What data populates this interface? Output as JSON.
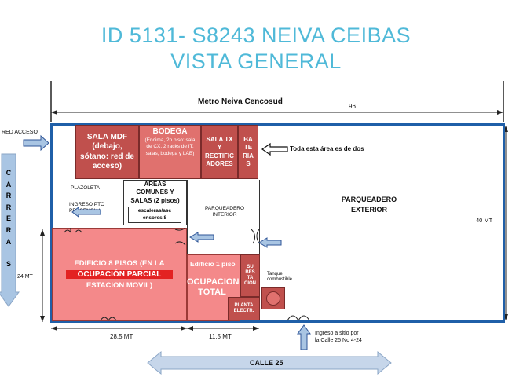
{
  "title_line1": "ID 5131- S8243 NEIVA CEIBAS",
  "title_line2": "VISTA GENERAL",
  "top_label": "Metro Neiva Cencosud",
  "top_dimension": "96",
  "right_dimension": "40 MT",
  "left_dimension": "24 MT",
  "bottom_dim_left": "28,5 MT",
  "bottom_dim_right": "11,5 MT",
  "red_acceso": "RED ACCESO",
  "carrera": [
    "C",
    "A",
    "R",
    "R",
    "E",
    "R",
    "A",
    "S"
  ],
  "calle": "CALLE 25",
  "ingreso_calle": "Ingreso a sitio por\nla Calle 25 No 4-24",
  "rooms": {
    "sala_mdf": "SALA MDF\n(debajo,\nsótano: red de\nacceso)",
    "bodega_title": "BODEGA",
    "bodega_detail": "(Encima, 2o piso: sala de CX, 2 racks de IT, salas, bodega y LAB)",
    "sala_tx": "SALA TX\nY\nRECTIFIC\nADORES",
    "baterias": "BA\nTE\nRIA\nS",
    "toda_area": "Toda esta área es de dos",
    "plazoleta": "PLAZOLETA",
    "areas_comunes": "AREAS\nCOMUNES Y\nSALAS (2 pisos)",
    "escaleras": "escaleras/asc\nensores 8",
    "ingreso_pto": "INGRESO PTO\nPRESENCIAL",
    "parq_interior": "PARQUEADERO\nINTERIOR",
    "parq_exterior": "PARQUEADERO\nEXTERIOR",
    "edificio8_line1": "EDIFICIO 8 PISOS (EN LA",
    "ocupacion_parcial": "OCUPACIÓN PARCIAL",
    "estacion_movil": "ESTACION MOVIL)",
    "edificio1": "Edificio 1 piso",
    "ocupacion_total": "OCUPACION\nTOTAL",
    "subestacion": "SU\nBES\nTA\nCIÓN",
    "planta": "PLANTA\nELECTR.",
    "tanque": "Tanque\ncombustible"
  },
  "colors": {
    "title": "#4fb9d8",
    "dark_red": "#c0504d",
    "light_red": "#f4898a",
    "blue_border": "#1f5fa8",
    "arrow": "#a9c5e3"
  }
}
